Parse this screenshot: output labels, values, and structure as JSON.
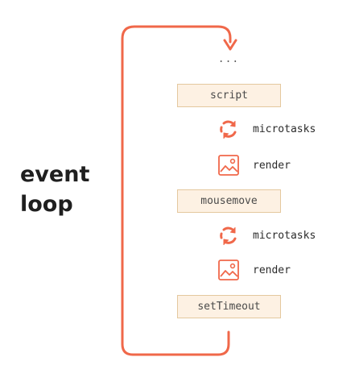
{
  "diagram": {
    "ellipsis": "...",
    "loop_label": [
      "event",
      "loop"
    ],
    "tasks": [
      {
        "label": "script"
      },
      {
        "label": "mousemove"
      },
      {
        "label": "setTimeout"
      }
    ],
    "steps": {
      "microtasks": "microtasks",
      "render": "render"
    },
    "icons": {
      "microtasks": "refresh-cycle-icon",
      "render": "image-picture-icon"
    },
    "colors": {
      "loop_arrow": "#f0684a",
      "task_fill": "#fdf1e3",
      "task_border": "#e4c89e",
      "icon": "#f0684a"
    }
  }
}
